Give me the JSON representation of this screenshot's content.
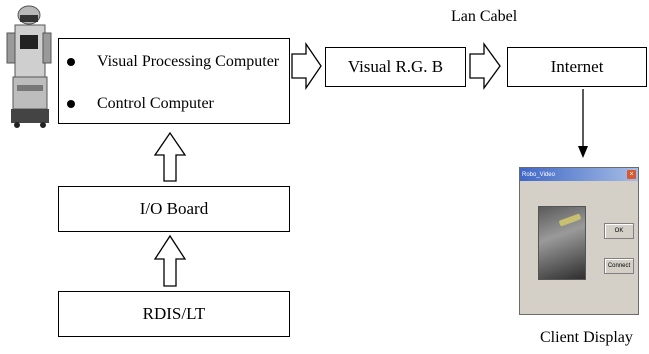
{
  "nodes": {
    "main": {
      "bullets": [
        "Visual Processing Computer",
        "Control Computer"
      ]
    },
    "visual_rgb": "Visual R.G. B",
    "internet": "Internet",
    "io_board": "I/O Board",
    "rdis": "RDIS/LT"
  },
  "edge_labels": {
    "lan_cable": "Lan Cabel"
  },
  "client": {
    "caption": "Client Display",
    "window_title": "Robo_Video",
    "ok_label": "OK",
    "connect_label": "Connect"
  },
  "colors": {
    "line": "#000000",
    "window_face": "#d4d0c8",
    "titlebar": "#3f67c6"
  }
}
